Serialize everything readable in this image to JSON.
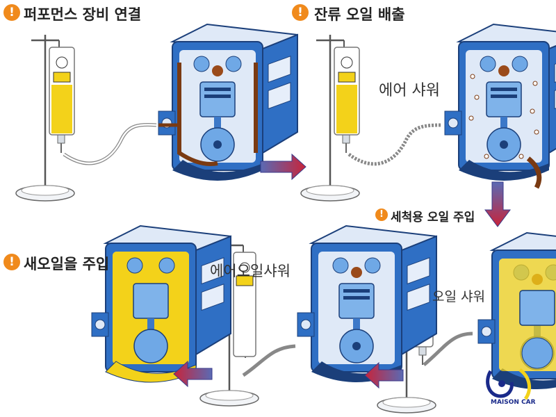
{
  "steps": {
    "step1": "퍼포먼스 장비 연결",
    "step2": "잔류 오일 배출",
    "step3": "세척용 오일 주입",
    "step4": "새오일을 주입"
  },
  "sublabels": {
    "air_shower": "에어 샤워",
    "oil_shower": "오일 샤워",
    "air_oil_shower": "에어오일샤워"
  },
  "icons": {
    "alert": "!",
    "arrow": "flow-arrow-icon"
  },
  "logo": {
    "text": "MAISON CAR"
  },
  "colors": {
    "engine_blue": "#2f6fc4",
    "engine_light": "#dfe9f7",
    "oil_yellow": "#f3d21a",
    "used_oil": "#7a3a12",
    "alert_orange": "#f08a1c",
    "arrow_red": "#c8243a",
    "arrow_blue": "#5a6ab4"
  }
}
